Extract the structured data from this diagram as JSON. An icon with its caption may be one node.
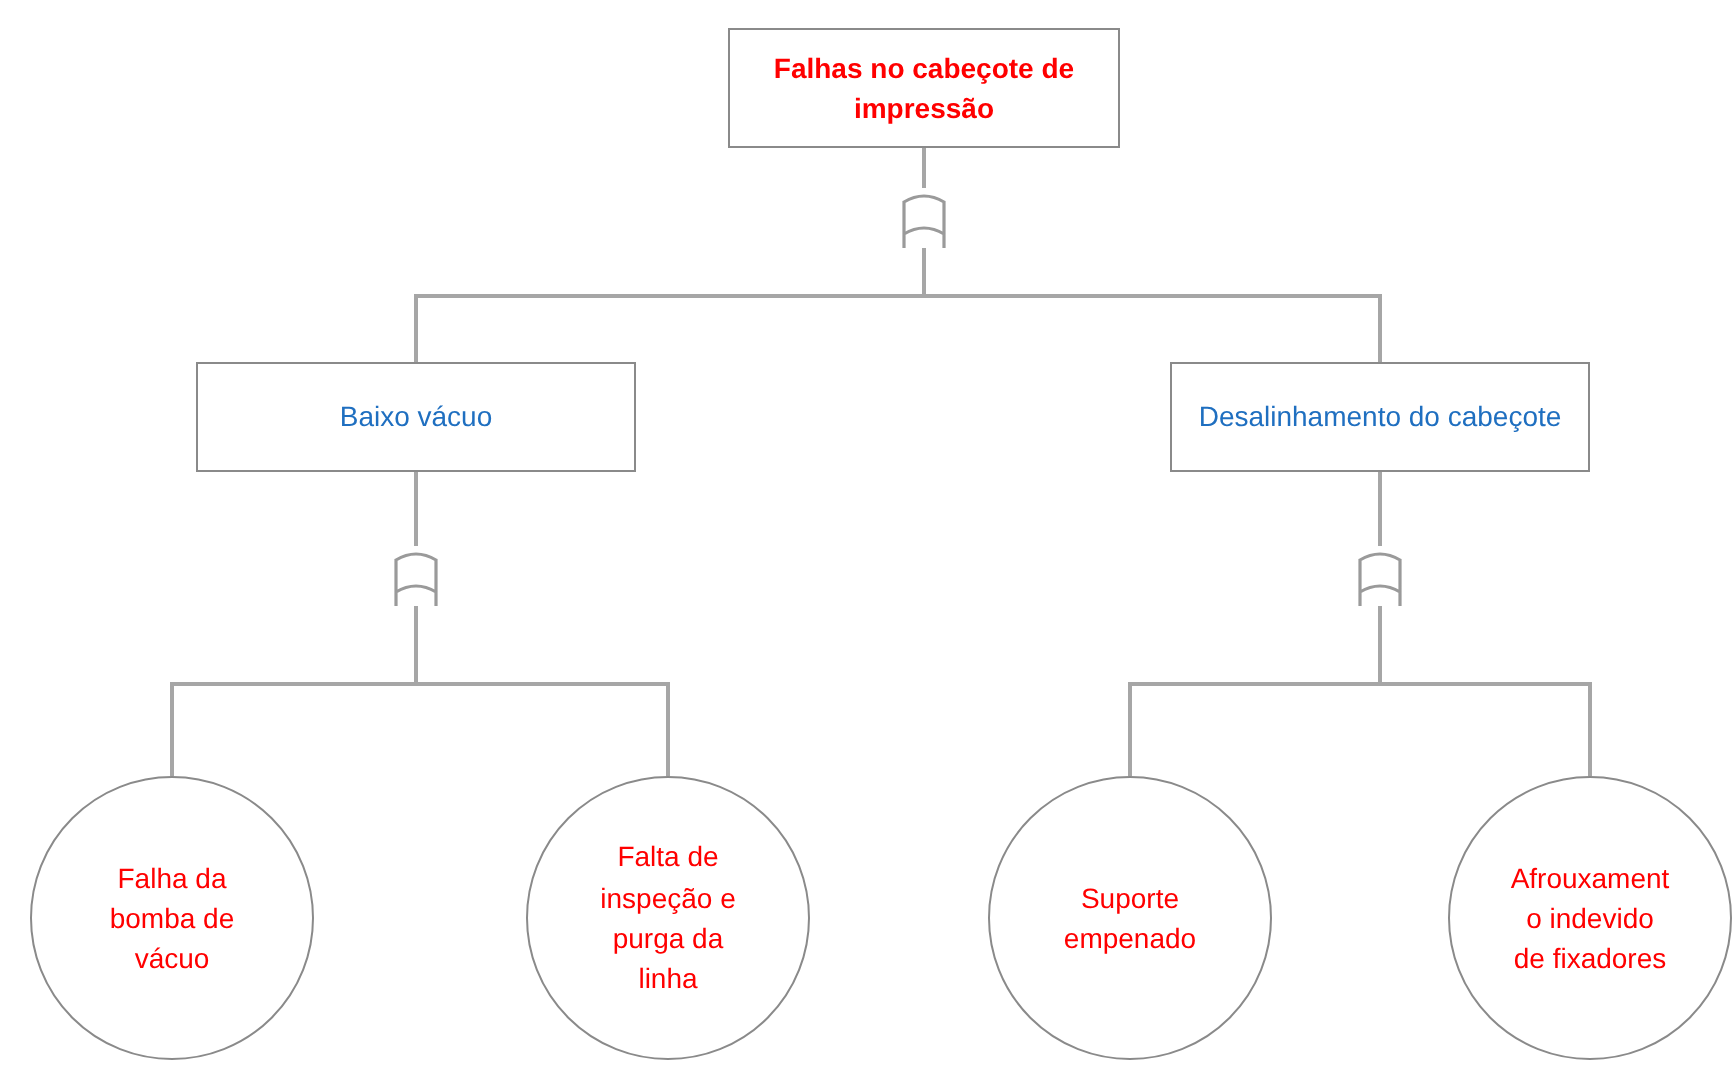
{
  "diagram": {
    "nodes": [
      {
        "text": [
          "Falhas no cabeçote de impressão"
        ]
      },
      {
        "text": [],
        "shape": "gate"
      },
      {
        "text": [
          "Baixo vácuo"
        ]
      },
      {
        "text": [
          "Desalinhamento do cabeçote"
        ]
      },
      {
        "text": [],
        "shape": "gate"
      },
      {
        "text": [],
        "shape": "gate"
      },
      {
        "text": [
          "Falha da bomba de vácuo"
        ]
      },
      {
        "text": [
          "Falta de inspeção e purga da linha"
        ]
      },
      {
        "text": [
          "Suporte empenado"
        ]
      },
      {
        "text": [
          "Afrouxamento indevido de fixadores"
        ]
      }
    ],
    "edges": [
      {
        "from": 0,
        "to": 1,
        "arrow": "none"
      },
      {
        "from": 1,
        "to": 2,
        "arrow": "none"
      },
      {
        "from": 1,
        "to": 3,
        "arrow": "none"
      },
      {
        "from": 2,
        "to": 4,
        "arrow": "none"
      },
      {
        "from": 3,
        "to": 5,
        "arrow": "none"
      },
      {
        "from": 4,
        "to": 6,
        "arrow": "none"
      },
      {
        "from": 4,
        "to": 7,
        "arrow": "none"
      },
      {
        "from": 5,
        "to": 8,
        "arrow": "none"
      },
      {
        "from": 5,
        "to": 9,
        "arrow": "none"
      }
    ]
  }
}
